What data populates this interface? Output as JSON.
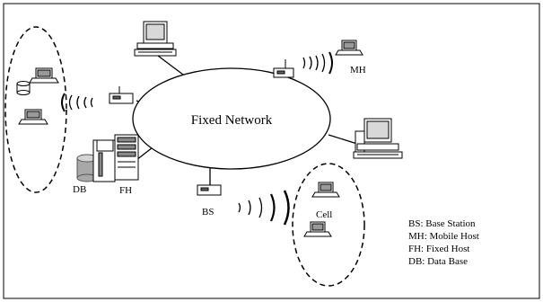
{
  "center_label": "Fixed Network",
  "labels": {
    "mh": "MH",
    "db": "DB",
    "fh": "FH",
    "bs": "BS",
    "cell": "Cell"
  },
  "legend": [
    "BS: Base Station",
    "MH: Mobile Host",
    "FH: Fixed Host",
    "DB: Data Base"
  ]
}
